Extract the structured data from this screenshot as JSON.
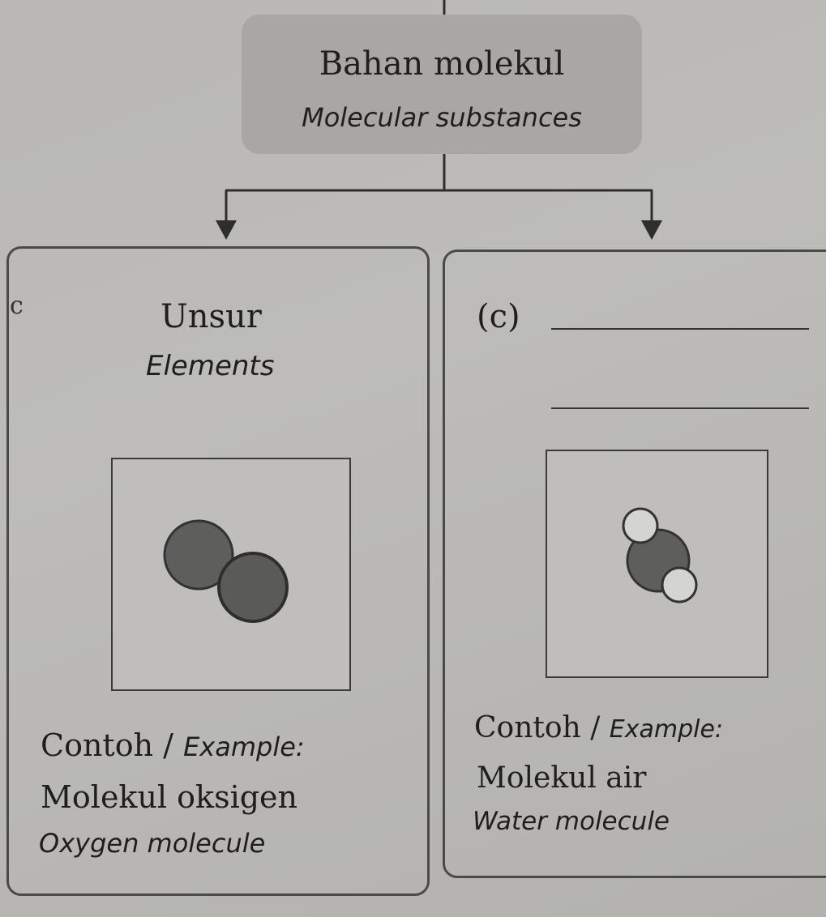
{
  "root": {
    "title_ms": "Bahan molekul",
    "title_en": "Molecular substances"
  },
  "left": {
    "title_ms": "Unsur",
    "title_en": "Elements",
    "example_label_ms": "Contoh",
    "example_sep": "/",
    "example_label_en": "Example:",
    "example_ms": "Molekul oksigen",
    "example_en": "Oxygen molecule",
    "margin_mark": "c"
  },
  "right": {
    "question_label": "(c)",
    "blank_line_1": "",
    "blank_line_2": "",
    "example_label_ms": "Contoh",
    "example_sep": "/",
    "example_label_en": "Example:",
    "example_ms": "Molekul air",
    "example_en": "Water molecule"
  },
  "colors": {
    "atom_dark": "#5e5e5c",
    "atom_light": "#d4d4d0",
    "line": "#2e2e2e"
  }
}
